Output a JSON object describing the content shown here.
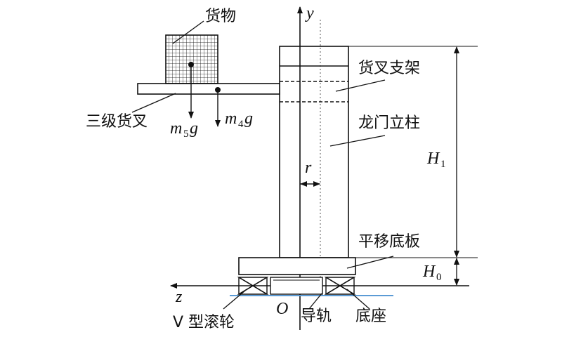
{
  "labels": {
    "cargo": "货物",
    "fork_bracket": "货叉支架",
    "mast": "龙门立柱",
    "third_fork": "三级货叉",
    "base_plate": "平移底板",
    "v_roller": "V 型滚轮",
    "guide_rail": "导轨",
    "seat": "底座"
  },
  "symbols": {
    "y_axis": "y",
    "z_axis": "z",
    "origin": "O",
    "r": "r",
    "m5": "m",
    "m5_sub": "5",
    "m5_g": "g",
    "m4": "m",
    "m4_sub": "4",
    "m4_g": "g",
    "h1": "H",
    "h1_sub": "1",
    "h0": "H",
    "h0_sub": "0"
  },
  "colors": {
    "line": "#111111",
    "rail": "#5b9bd5"
  }
}
